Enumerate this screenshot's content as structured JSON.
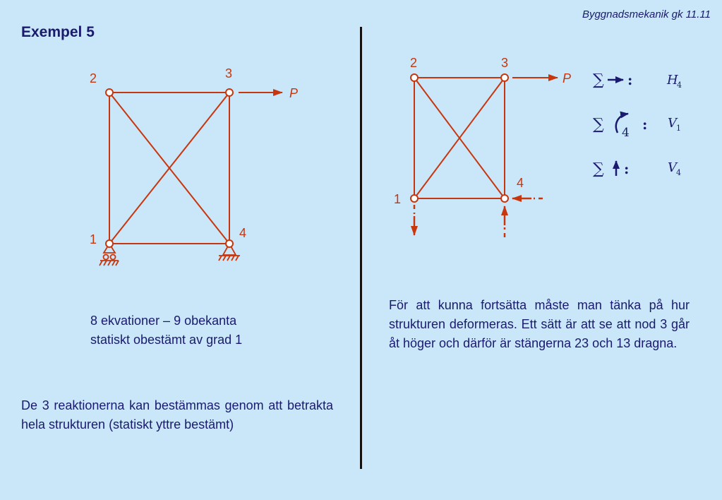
{
  "header": {
    "course": "Byggnadsmekanik gk  11.11"
  },
  "title": "Exempel 5",
  "left_diagram": {
    "node_labels": [
      "2",
      "3",
      "1",
      "4"
    ],
    "load_label": "P"
  },
  "right_diagram": {
    "node_labels": [
      "2",
      "3",
      "1",
      "4"
    ],
    "load_label": "P"
  },
  "equations": [
    {
      "symbol": "∑",
      "kind": "horizontal-arrow",
      "colon": ":",
      "unknown": "H",
      "subscript": "4"
    },
    {
      "symbol": "∑",
      "kind": "moment-about-4",
      "moment_node": "4",
      "colon": ":",
      "unknown": "V",
      "subscript": "1"
    },
    {
      "symbol": "∑",
      "kind": "vertical-arrow",
      "colon": ":",
      "unknown": "V",
      "subscript": "4"
    }
  ],
  "texts": {
    "equations_count_line1": "8 ekvationer – 9 obekanta",
    "equations_count_line2": "statiskt obestämt av grad 1",
    "reactions": "De 3 reaktionerna kan bestämmas genom att betrakta hela strukturen (statiskt yttre bestämt)",
    "deformation": "För att kunna fortsätta måste man tänka på hur strukturen deformeras. Ett sätt är att se att nod 3 går åt höger och därför är stängerna 23 och 13 dragna."
  },
  "colors": {
    "truss": "#c8360e",
    "text": "#1a1a6e",
    "background": "#c9e7f8"
  }
}
